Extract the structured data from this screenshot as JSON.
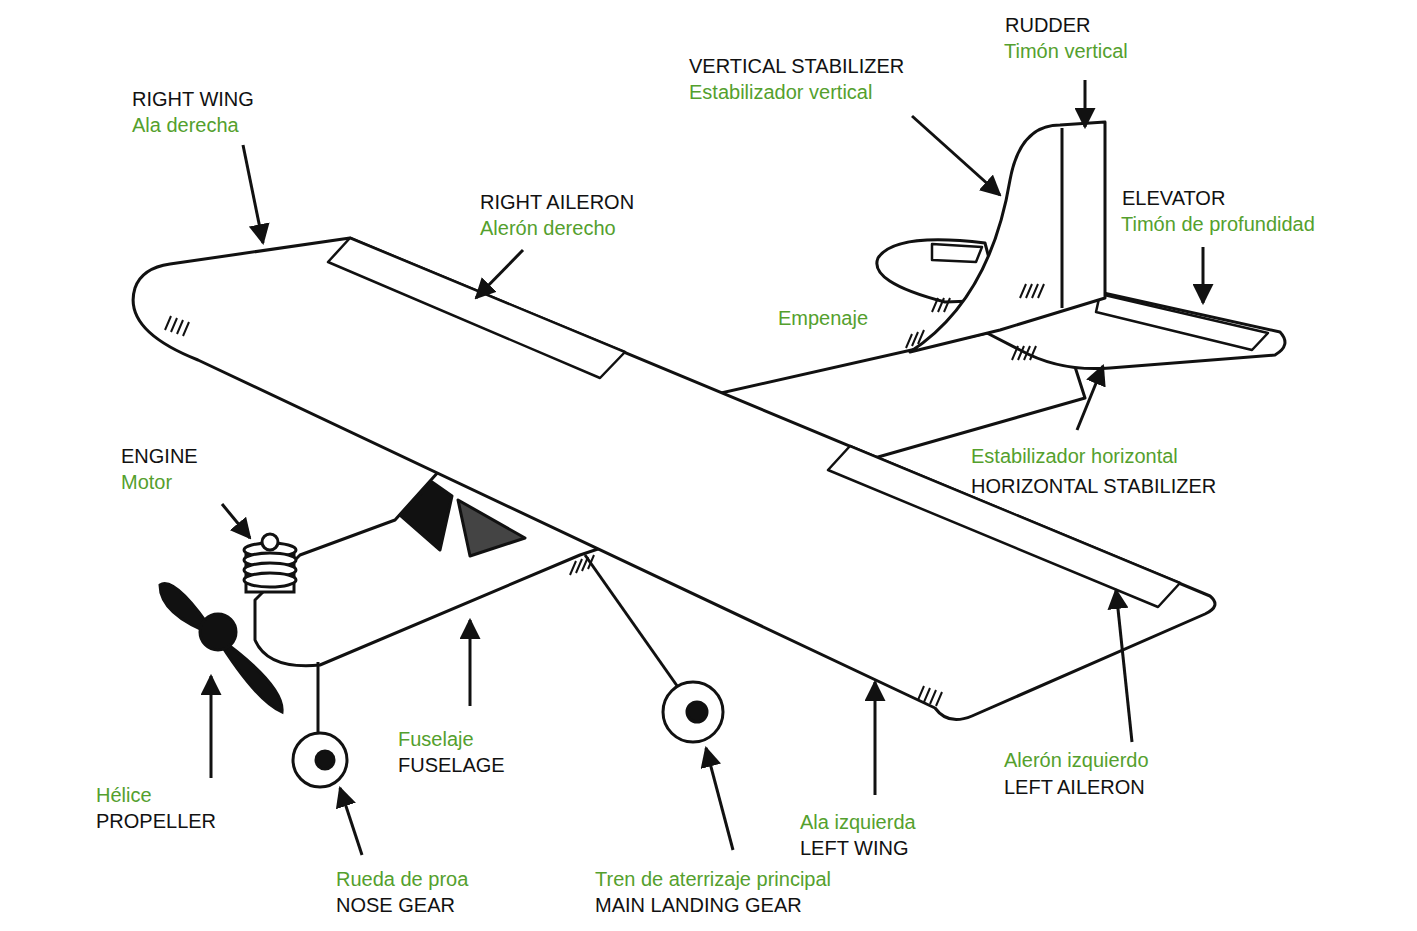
{
  "diagram": {
    "labels": [
      "RUDDER",
      "Timón vertical",
      "VERTICAL STABILIZER",
      "Estabilizador vertical",
      "RIGHT WING",
      "Ala derecha",
      "RIGHT AILERON",
      "Alerón derecho",
      "ELEVATOR",
      "Timón de profundidad",
      "Empenaje",
      "ENGINE",
      "Motor",
      "Estabilizador horizontal",
      "HORIZONTAL STABILIZER",
      "Fuselaje",
      "FUSELAGE",
      "Hélice",
      "PROPELLER",
      "Alerón izquierdo",
      "LEFT AILERON",
      "Ala izquierda",
      "LEFT WING",
      "Rueda de proa",
      "NOSE GEAR",
      "Tren de aterrizaje principal",
      "MAIN LANDING GEAR"
    ]
  }
}
